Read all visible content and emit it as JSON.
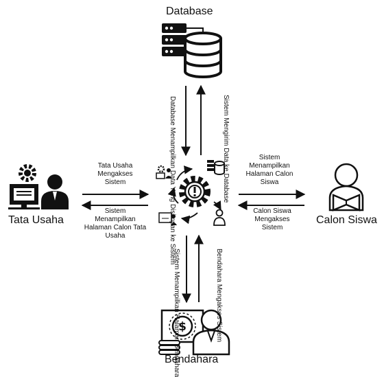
{
  "nodes": {
    "database": "Database",
    "tata_usaha": "Tata Usaha",
    "calon_siswa": "Calon Siswa",
    "bendahara": "Bendahara"
  },
  "edges": {
    "db_to_system": "Database Menampilkan Data Yang Disimpan ke Sistem",
    "system_to_db": "Sistem Mengirim Data ke Database",
    "tu_to_system": "Tata Usaha Mengakses Sistem",
    "system_to_tu": "Sistem Menampilkan Halaman Calon Tata Usaha",
    "system_to_cs": "Sistem Menampilkan Halaman Calon Siswa",
    "cs_to_system": "Calon Siswa Mengakses Sistem",
    "system_to_bd": "Sistem Menampilkan Halaman Bendahara",
    "bd_to_system": "Bendahara Mengakses Sistem"
  },
  "icons": {
    "database": "database-server-icon",
    "tata_usaha": "office-worker-icon",
    "calon_siswa": "student-reading-icon",
    "bendahara": "finance-staff-icon",
    "center": "system-gear-icon"
  }
}
